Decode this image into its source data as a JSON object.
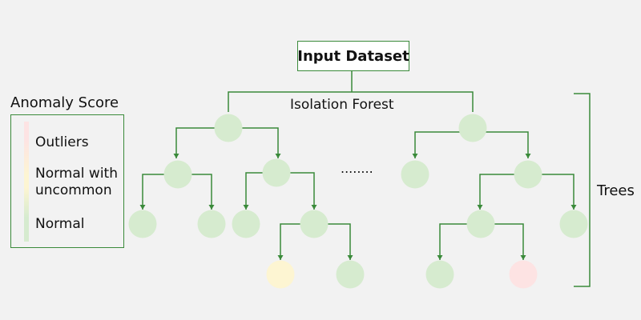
{
  "input_dataset": "Input Dataset",
  "forest_label": "Isolation Forest",
  "legend": {
    "title": "Anomaly Score",
    "outliers": "Outliers",
    "uncommon_line1": "Normal with",
    "uncommon_line2": "uncommon",
    "normal": "Normal"
  },
  "ellipsis": "........",
  "trees_label": "Trees",
  "colors": {
    "edge": "#3a8a3a",
    "normal": "#d6ebcf",
    "uncommon": "#fdf5d2",
    "outlier": "#fde3e3"
  }
}
